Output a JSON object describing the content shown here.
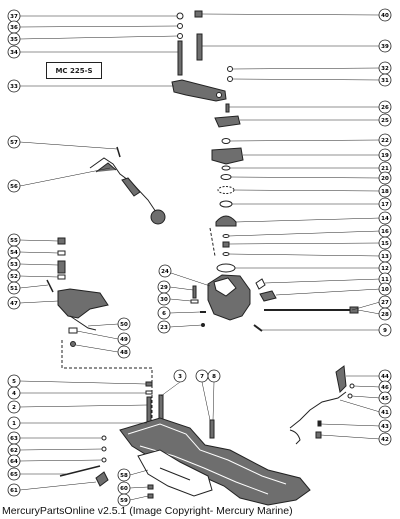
{
  "model_label": "MC 225-S",
  "footer_text": "MercuryPartsOnline v2.5.1 (Image Copyright- Mercury Marine)",
  "colors": {
    "ink": "#222222",
    "paper": "#ffffff",
    "shade": "#6e6e6e"
  },
  "callouts": [
    "37",
    "36",
    "35",
    "34",
    "33",
    "57",
    "56",
    "55",
    "54",
    "53",
    "52",
    "51",
    "47",
    "50",
    "49",
    "48",
    "5",
    "4",
    "2",
    "1",
    "63",
    "62",
    "64",
    "65",
    "61",
    "40",
    "39",
    "32",
    "31",
    "26",
    "25",
    "22",
    "19",
    "21",
    "20",
    "18",
    "17",
    "14",
    "16",
    "15",
    "13",
    "12",
    "11",
    "10",
    "27",
    "28",
    "9",
    "24",
    "29",
    "30",
    "6",
    "23",
    "3",
    "7",
    "8",
    "58",
    "60",
    "59",
    "44",
    "46",
    "45",
    "41",
    "43",
    "42"
  ]
}
